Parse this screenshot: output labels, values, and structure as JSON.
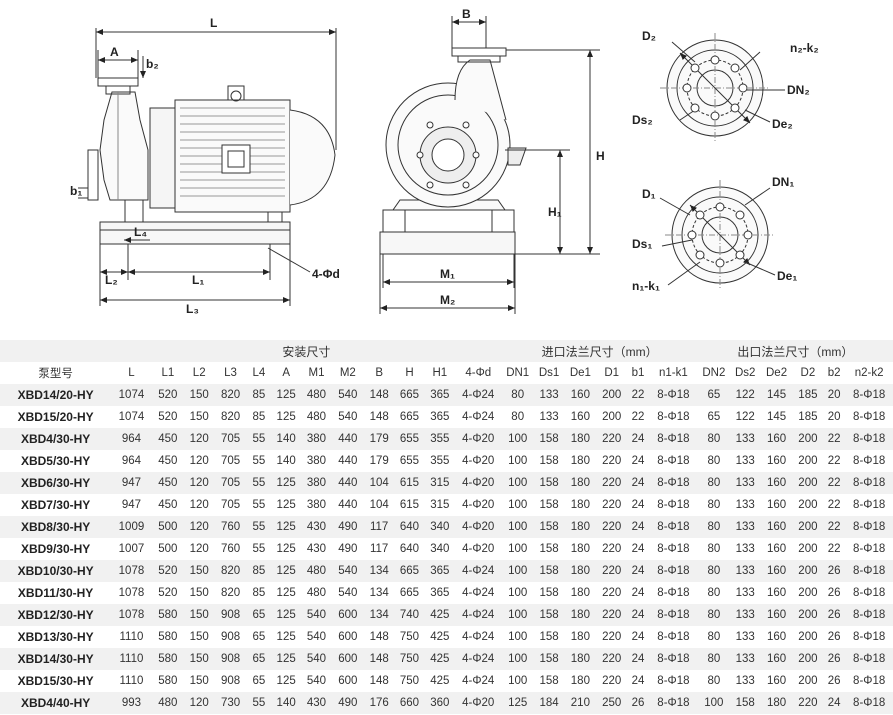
{
  "drawing": {
    "labels": {
      "L": "L",
      "A": "A",
      "b2": "b₂",
      "b1": "b₁",
      "L4": "L₄",
      "L2": "L₂",
      "L1": "L₁",
      "L3": "L₃",
      "bolt": "4-Φd",
      "B": "B",
      "H": "H",
      "H1": "H₁",
      "M1": "M₁",
      "M2": "M₂",
      "D2": "D₂",
      "n2k2": "n₂-k₂",
      "DN2": "DN₂",
      "Ds2": "Ds₂",
      "De2": "De₂",
      "D1": "D₁",
      "DN1": "DN₁",
      "Ds1": "Ds₁",
      "n1k1": "n₁-k₁",
      "De1": "De₁"
    }
  },
  "table": {
    "groups": {
      "install": "安装尺寸",
      "inlet": "进口法兰尺寸（mm）",
      "outlet": "出口法兰尺寸（mm）"
    },
    "headers": [
      "泵型号",
      "L",
      "L1",
      "L2",
      "L3",
      "L4",
      "A",
      "M1",
      "M2",
      "B",
      "H",
      "H1",
      "4-Φd",
      "DN1",
      "Ds1",
      "De1",
      "D1",
      "b1",
      "n1-k1",
      "DN2",
      "Ds2",
      "De2",
      "D2",
      "b2",
      "n2-k2"
    ],
    "rows": [
      [
        "XBD14/20-HY",
        "1074",
        "520",
        "150",
        "820",
        "85",
        "125",
        "480",
        "540",
        "148",
        "665",
        "365",
        "4-Φ24",
        "80",
        "133",
        "160",
        "200",
        "22",
        "8-Φ18",
        "65",
        "122",
        "145",
        "185",
        "20",
        "8-Φ18"
      ],
      [
        "XBD15/20-HY",
        "1074",
        "520",
        "150",
        "820",
        "85",
        "125",
        "480",
        "540",
        "148",
        "665",
        "365",
        "4-Φ24",
        "80",
        "133",
        "160",
        "200",
        "22",
        "8-Φ18",
        "65",
        "122",
        "145",
        "185",
        "20",
        "8-Φ18"
      ],
      [
        "XBD4/30-HY",
        "964",
        "450",
        "120",
        "705",
        "55",
        "140",
        "380",
        "440",
        "179",
        "655",
        "355",
        "4-Φ20",
        "100",
        "158",
        "180",
        "220",
        "24",
        "8-Φ18",
        "80",
        "133",
        "160",
        "200",
        "22",
        "8-Φ18"
      ],
      [
        "XBD5/30-HY",
        "964",
        "450",
        "120",
        "705",
        "55",
        "140",
        "380",
        "440",
        "179",
        "655",
        "355",
        "4-Φ20",
        "100",
        "158",
        "180",
        "220",
        "24",
        "8-Φ18",
        "80",
        "133",
        "160",
        "200",
        "22",
        "8-Φ18"
      ],
      [
        "XBD6/30-HY",
        "947",
        "450",
        "120",
        "705",
        "55",
        "125",
        "380",
        "440",
        "104",
        "615",
        "315",
        "4-Φ20",
        "100",
        "158",
        "180",
        "220",
        "24",
        "8-Φ18",
        "80",
        "133",
        "160",
        "200",
        "22",
        "8-Φ18"
      ],
      [
        "XBD7/30-HY",
        "947",
        "450",
        "120",
        "705",
        "55",
        "125",
        "380",
        "440",
        "104",
        "615",
        "315",
        "4-Φ20",
        "100",
        "158",
        "180",
        "220",
        "24",
        "8-Φ18",
        "80",
        "133",
        "160",
        "200",
        "22",
        "8-Φ18"
      ],
      [
        "XBD8/30-HY",
        "1009",
        "500",
        "120",
        "760",
        "55",
        "125",
        "430",
        "490",
        "117",
        "640",
        "340",
        "4-Φ20",
        "100",
        "158",
        "180",
        "220",
        "24",
        "8-Φ18",
        "80",
        "133",
        "160",
        "200",
        "22",
        "8-Φ18"
      ],
      [
        "XBD9/30-HY",
        "1007",
        "500",
        "120",
        "760",
        "55",
        "125",
        "430",
        "490",
        "117",
        "640",
        "340",
        "4-Φ20",
        "100",
        "158",
        "180",
        "220",
        "24",
        "8-Φ18",
        "80",
        "133",
        "160",
        "200",
        "22",
        "8-Φ18"
      ],
      [
        "XBD10/30-HY",
        "1078",
        "520",
        "150",
        "820",
        "85",
        "125",
        "480",
        "540",
        "134",
        "665",
        "365",
        "4-Φ24",
        "100",
        "158",
        "180",
        "220",
        "24",
        "8-Φ18",
        "80",
        "133",
        "160",
        "200",
        "26",
        "8-Φ18"
      ],
      [
        "XBD11/30-HY",
        "1078",
        "520",
        "150",
        "820",
        "85",
        "125",
        "480",
        "540",
        "134",
        "665",
        "365",
        "4-Φ24",
        "100",
        "158",
        "180",
        "220",
        "24",
        "8-Φ18",
        "80",
        "133",
        "160",
        "200",
        "26",
        "8-Φ18"
      ],
      [
        "XBD12/30-HY",
        "1078",
        "580",
        "150",
        "908",
        "65",
        "125",
        "540",
        "600",
        "134",
        "740",
        "425",
        "4-Φ24",
        "100",
        "158",
        "180",
        "220",
        "24",
        "8-Φ18",
        "80",
        "133",
        "160",
        "200",
        "26",
        "8-Φ18"
      ],
      [
        "XBD13/30-HY",
        "1110",
        "580",
        "150",
        "908",
        "65",
        "125",
        "540",
        "600",
        "148",
        "750",
        "425",
        "4-Φ24",
        "100",
        "158",
        "180",
        "220",
        "24",
        "8-Φ18",
        "80",
        "133",
        "160",
        "200",
        "26",
        "8-Φ18"
      ],
      [
        "XBD14/30-HY",
        "1110",
        "580",
        "150",
        "908",
        "65",
        "125",
        "540",
        "600",
        "148",
        "750",
        "425",
        "4-Φ24",
        "100",
        "158",
        "180",
        "220",
        "24",
        "8-Φ18",
        "80",
        "133",
        "160",
        "200",
        "26",
        "8-Φ18"
      ],
      [
        "XBD15/30-HY",
        "1110",
        "580",
        "150",
        "908",
        "65",
        "125",
        "540",
        "600",
        "148",
        "750",
        "425",
        "4-Φ24",
        "100",
        "158",
        "180",
        "220",
        "24",
        "8-Φ18",
        "80",
        "133",
        "160",
        "200",
        "26",
        "8-Φ18"
      ],
      [
        "XBD4/40-HY",
        "993",
        "480",
        "120",
        "730",
        "55",
        "140",
        "430",
        "490",
        "176",
        "660",
        "360",
        "4-Φ20",
        "125",
        "184",
        "210",
        "250",
        "26",
        "8-Φ18",
        "100",
        "158",
        "180",
        "220",
        "24",
        "8-Φ18"
      ]
    ]
  }
}
